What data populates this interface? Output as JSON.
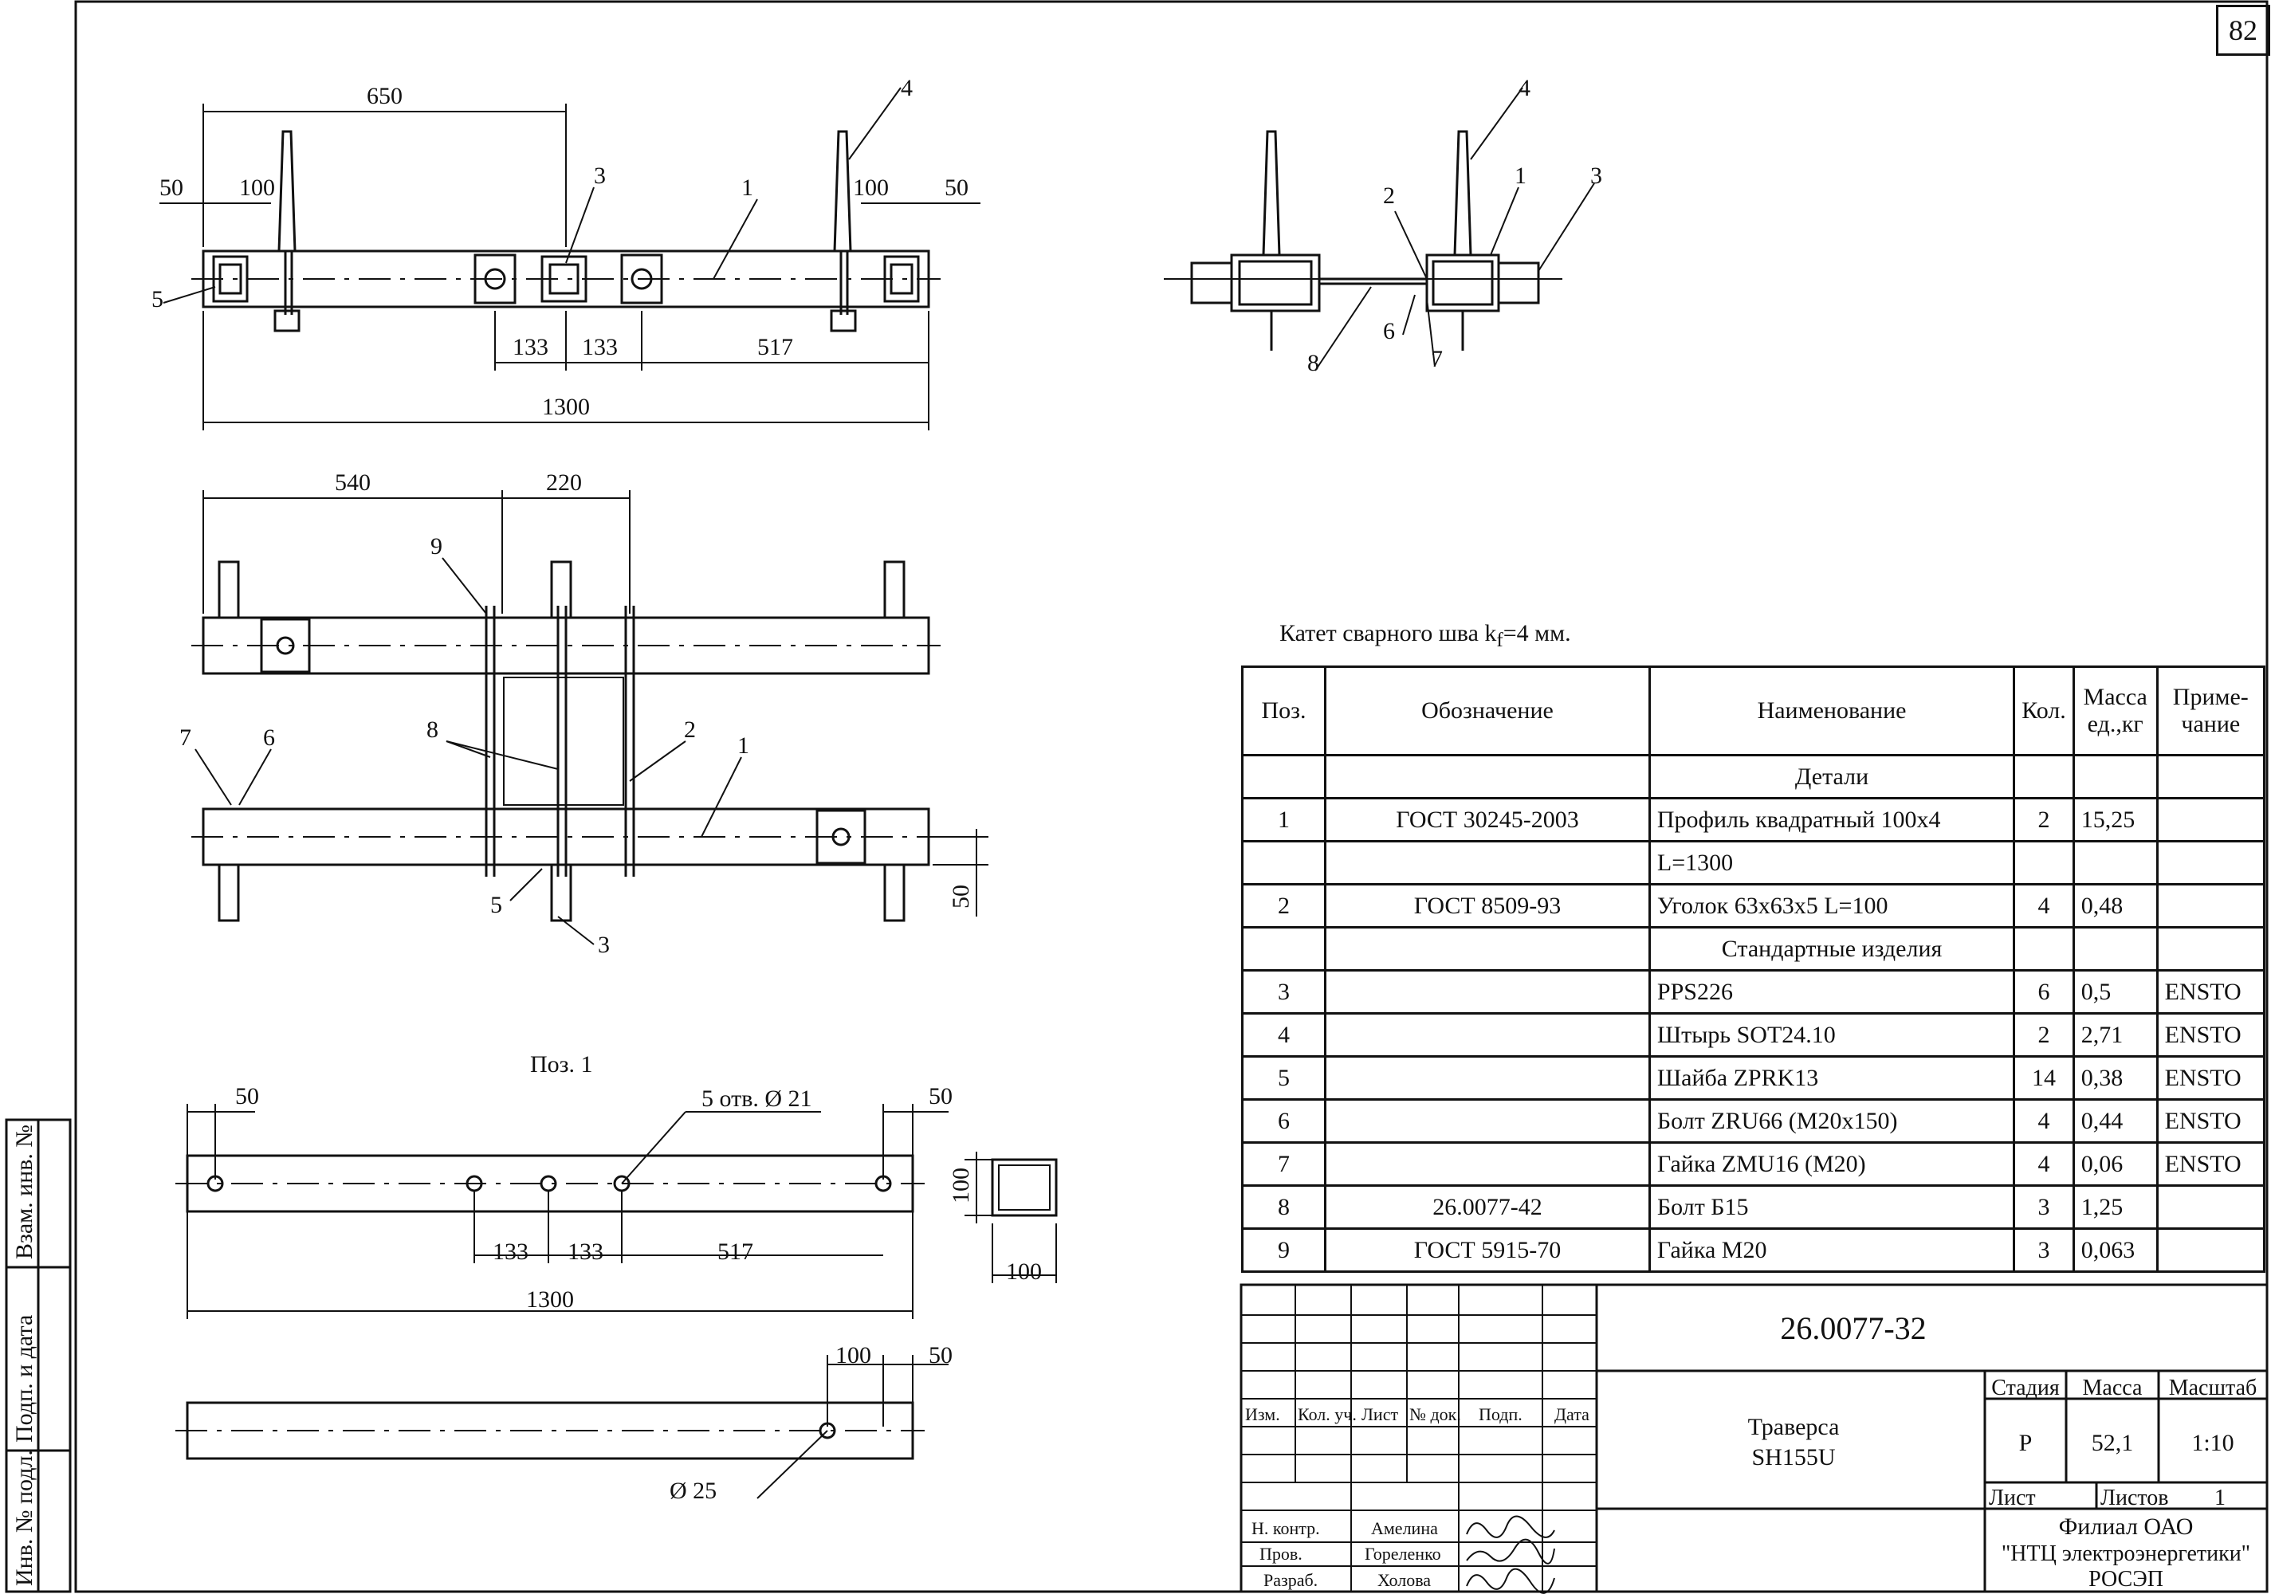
{
  "sheet_number": "82",
  "weld_note": "Катет  сварного шва k",
  "weld_note_sub": "f",
  "weld_note_tail": "=4 мм.",
  "top_view_dims": [
    "650",
    "50",
    "100",
    "100",
    "50",
    "133",
    "133",
    "517",
    "1300"
  ],
  "top_view_callouts": [
    "4",
    "3",
    "1",
    "5"
  ],
  "side_view_callouts": [
    "4",
    "1",
    "3",
    "2",
    "6",
    "7",
    "8"
  ],
  "assembly_dims": [
    "540",
    "220",
    "50"
  ],
  "assembly_callouts": [
    "9",
    "7",
    "6",
    "8",
    "2",
    "1",
    "5",
    "3"
  ],
  "part_title": "Поз. 1",
  "part_dims": [
    "50",
    "50",
    "133",
    "133",
    "517",
    "1300",
    "100",
    "100",
    "100",
    "50"
  ],
  "hole_note": "5 отв. Ø 21",
  "hole_note2": "Ø 25",
  "spec_header": {
    "pos": "Поз.",
    "designation": "Обозначение",
    "name": "Наименование",
    "qty": "Кол.",
    "mass": "Масса ед.,кг",
    "note": "Приме- чание"
  },
  "spec_sections": {
    "details": "Детали",
    "standard": "Стандартные изделия"
  },
  "spec_rows": [
    {
      "pos": "1",
      "des": "ГОСТ 30245-2003",
      "name": "Профиль квадратный 100х4",
      "qty": "2",
      "mass": "15,25",
      "note": ""
    },
    {
      "pos": "",
      "des": "",
      "name": "L=1300",
      "qty": "",
      "mass": "",
      "note": ""
    },
    {
      "pos": "2",
      "des": "ГОСТ 8509-93",
      "name": "Уголок 63х63х5 L=100",
      "qty": "4",
      "mass": "0,48",
      "note": ""
    },
    {
      "pos": "3",
      "des": "",
      "name": "PPS226",
      "qty": "6",
      "mass": "0,5",
      "note": "ENSTO"
    },
    {
      "pos": "4",
      "des": "",
      "name": "Штырь SOT24.10",
      "qty": "2",
      "mass": "2,71",
      "note": "ENSTO"
    },
    {
      "pos": "5",
      "des": "",
      "name": "Шайба ZPRK13",
      "qty": "14",
      "mass": "0,38",
      "note": "ENSTO"
    },
    {
      "pos": "6",
      "des": "",
      "name": "Болт ZRU66 (M20x150)",
      "qty": "4",
      "mass": "0,44",
      "note": "ENSTO"
    },
    {
      "pos": "7",
      "des": "",
      "name": "Гайка ZMU16 (M20)",
      "qty": "4",
      "mass": "0,06",
      "note": "ENSTO"
    },
    {
      "pos": "8",
      "des": "26.0077-42",
      "name": "Болт Б15",
      "qty": "3",
      "mass": "1,25",
      "note": ""
    },
    {
      "pos": "9",
      "des": "ГОСТ 5915-70",
      "name": "Гайка М20",
      "qty": "3",
      "mass": "0,063",
      "note": ""
    }
  ],
  "title_block": {
    "doc_code": "26.0077-32",
    "title_line1": "Траверса",
    "title_line2": "SH155U",
    "stage_label": "Стадия",
    "mass_label": "Масса",
    "scale_label": "Масштаб",
    "stage": "Р",
    "mass": "52,1",
    "scale": "1:10",
    "sheet_label": "Лист",
    "sheets_label": "Листов",
    "sheets": "1",
    "org1": "Филиал ОАО",
    "org2": "\"НТЦ электроэнергетики\"",
    "org3": "РОСЭП",
    "cols": [
      "Изм.",
      "Кол. уч.",
      "Лист",
      "№ док.",
      "Подп.",
      "Дата"
    ],
    "roles": [
      {
        "role": "Н. контр.",
        "name": "Амелина"
      },
      {
        "role": "Пров.",
        "name": "Гореленко"
      },
      {
        "role": "Разраб.",
        "name": "Холова"
      }
    ]
  },
  "side_strip": [
    "Взам. инв. №",
    "Подп. и дата",
    "Инв. № подл."
  ]
}
